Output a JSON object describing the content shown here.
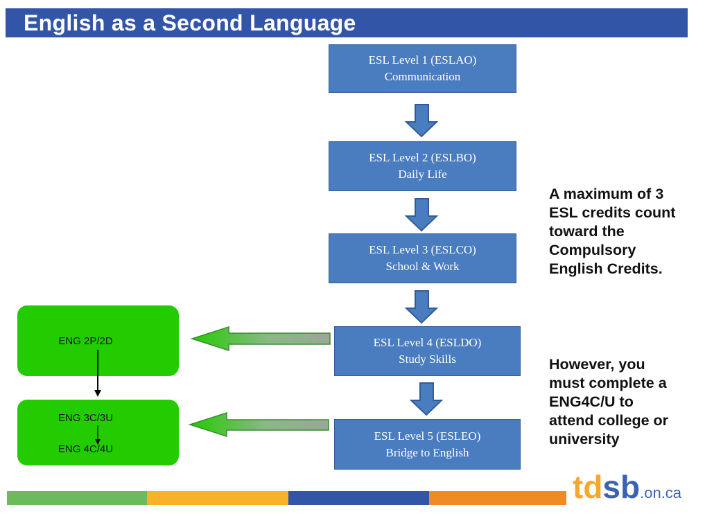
{
  "title": "English as a Second Language",
  "esl_levels": [
    {
      "line1": "ESL Level 1  (ESLAO)",
      "line2": "Communication"
    },
    {
      "line1": "ESL Level 2  (ESLBO)",
      "line2": "Daily Life"
    },
    {
      "line1": "ESL Level 3 (ESLCO)",
      "line2": "School & Work"
    },
    {
      "line1": "ESL Level 4 (ESLDO)",
      "line2": "Study Skills"
    },
    {
      "line1": "ESL Level 5 (ESLEO)",
      "line2": "Bridge to English"
    }
  ],
  "eng_boxes": [
    {
      "lines": [
        "ENG 2P/2D"
      ]
    },
    {
      "lines": [
        "ENG 3C/3U",
        "ENG 4C/4U"
      ]
    }
  ],
  "notes": {
    "max_credits": [
      "A maximum of 3",
      "ESL credits count",
      "toward the",
      "Compulsory",
      "English Credits."
    ],
    "however": [
      "However, you",
      "must complete a",
      "ENG4C/U to",
      "attend college or",
      "university"
    ]
  },
  "logo": {
    "part1": "td",
    "part2": "sb",
    "part3": ".on.ca"
  },
  "colors": {
    "title_bar": "#3355a8",
    "esl_box": "#4a7cc0",
    "eng_box": "#22cc00",
    "arrow_blue": "#4a7cc0",
    "footer": [
      "#6cbb5a",
      "#f7b22a",
      "#3355a8",
      "#f08a24"
    ]
  }
}
